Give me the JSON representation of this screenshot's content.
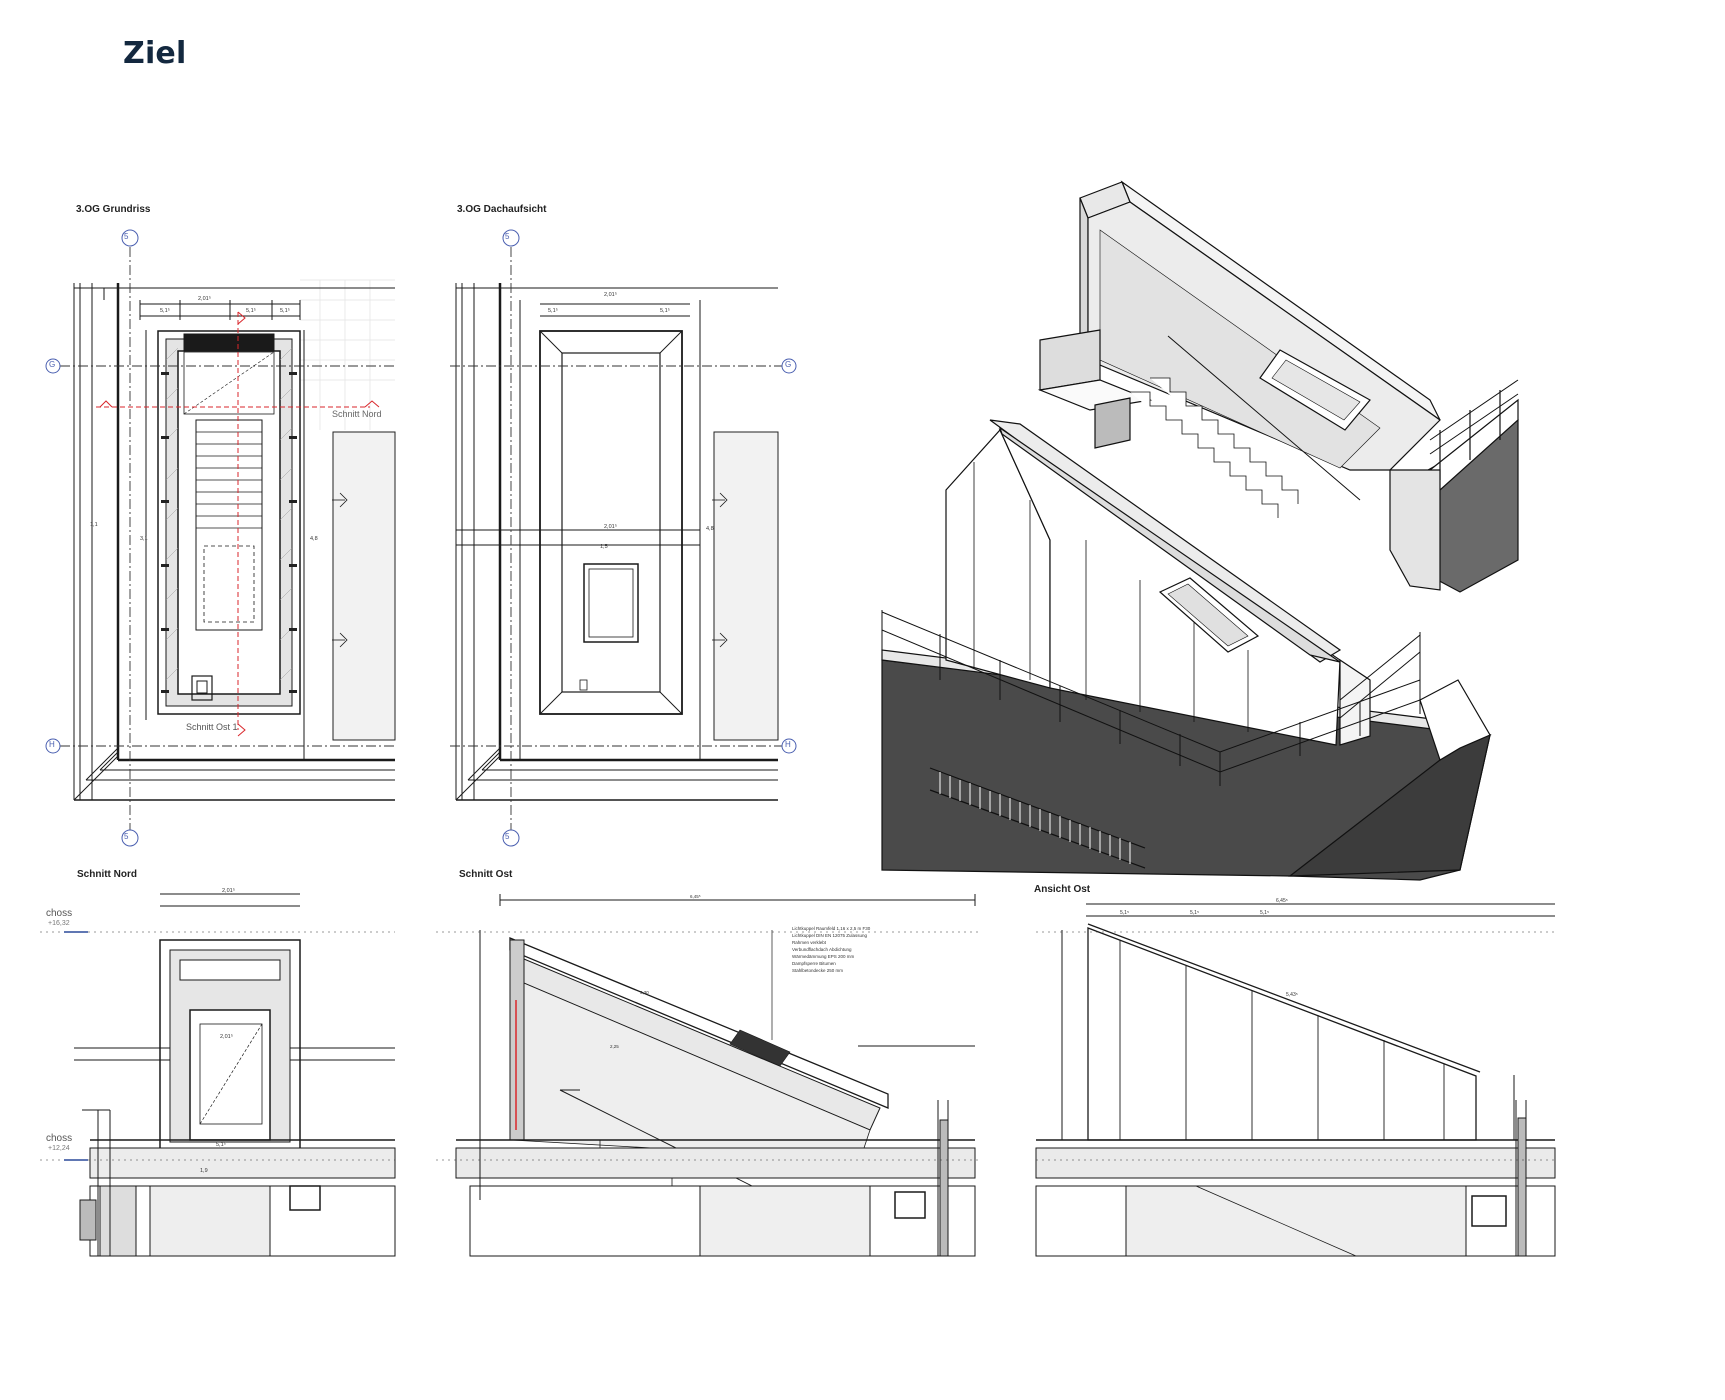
{
  "title": "Ziel",
  "views": {
    "grundriss": {
      "label": "3.OG Grundriss",
      "grid_top": "5",
      "grid_bottom": "5",
      "grid_left_1": "G",
      "grid_left_2": "H",
      "cut_nord": "Schnitt Nord",
      "cut_ost": "Schnitt Ost 1"
    },
    "dachaufsicht": {
      "label": "3.OG Dachaufsicht",
      "grid_top": "5",
      "grid_bottom": "5",
      "grid_right_1": "G",
      "grid_right_2": "H"
    },
    "schnitt_nord": {
      "label": "Schnitt Nord",
      "level_1": "choss",
      "level_1_value": "+16,32",
      "level_2": "choss",
      "level_2_value": "+12,24"
    },
    "schnitt_ost": {
      "label": "Schnitt Ost"
    },
    "ansicht_ost": {
      "label": "Ansicht Ost"
    }
  },
  "colors": {
    "title": "#13283f",
    "line": "#1a1a1a",
    "axis": "#333333",
    "grid_marker": "#4a5fb0",
    "cut": "#d9262b",
    "hatch": "#888888",
    "fill_light": "#e9e9e9",
    "fill_dark": "#4a4a4a"
  }
}
